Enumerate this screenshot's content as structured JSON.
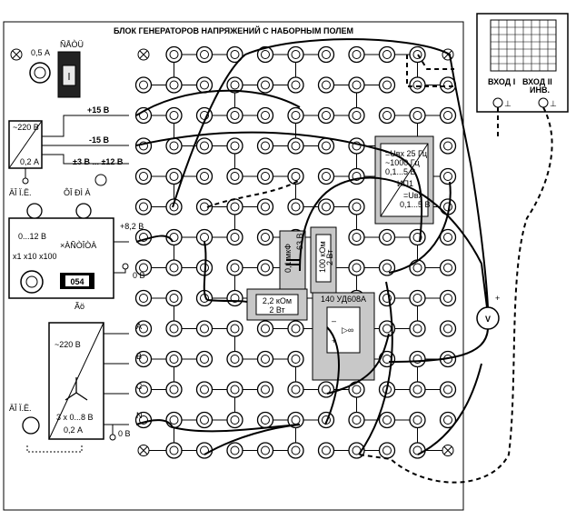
{
  "title": "БЛОК ГЕНЕРАТОРОВ НАПРЯЖЕНИЙ С НАБОРНЫМ ПОЛЕМ",
  "top_left": {
    "fuse": "0,5 А",
    "switch": "ÑÅÒÜ"
  },
  "ps1": {
    "v1": "~220 В",
    "v2": "0,2 А"
  },
  "outputs": {
    "p15": "+15 В",
    "m15": "-15 В",
    "pm": "±3 В ... ±12 В"
  },
  "knob1": "ÄÎ Ï.Ë.",
  "generator": {
    "modes": "ÔÎ ÐÌ À",
    "range": "0...12 В",
    "mult": "x1 x10 x100",
    "freq": "×ÀÑÒÎÒÀ",
    "display": "054",
    "unit": "Ãö"
  },
  "plus8": "+8,2 В",
  "zero": "0 В",
  "ps3": {
    "v1": "~220 В",
    "v2": "3 x 0...8 В",
    "v3": "0,2 А",
    "knob": "ÄÎ Ï.Ë."
  },
  "phases": [
    "A",
    "B",
    "C",
    "N"
  ],
  "capacitor": {
    "value": "0,1 мкФ",
    "volt": "63 В"
  },
  "resistor_v": {
    "value": "100 кОм",
    "power": "2 Вт"
  },
  "resistor_h": {
    "value": "2,2 кОм",
    "power": "2 Вт"
  },
  "opamp": {
    "label": "140 УД608А"
  },
  "filter_box": {
    "line1": "=Uвх 25 Гц",
    "line2": "~1000 Гц",
    "line3": "0,1...5 В",
    "line4": "ИП1",
    "line5": "=Uвх",
    "line6": "0,1...5 В"
  },
  "scope": {
    "in1": "ВХОД I",
    "in2": "ВХОД II",
    "inv": "ИНВ."
  },
  "voltmeter": "V",
  "meter_sign": "+"
}
